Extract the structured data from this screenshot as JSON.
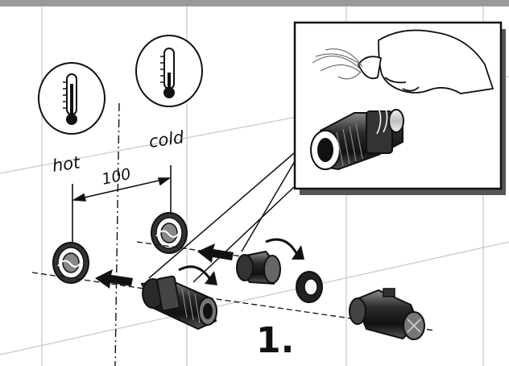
{
  "labels": {
    "hot": "hot",
    "cold": "cold",
    "spacing": "100",
    "step": "1."
  },
  "icons": {
    "hot_thermometer": "thermometer-icon",
    "cold_thermometer": "thermometer-icon",
    "arrow": "arrow-left-icon",
    "rotate": "rotate-arrow-icon",
    "tape_hand": "hand-wrapping-thread-icon"
  },
  "colors": {
    "line": "#111111",
    "grid": "#c8c8c8",
    "fitting": "#3a3a3a",
    "background": "#ffffff"
  }
}
